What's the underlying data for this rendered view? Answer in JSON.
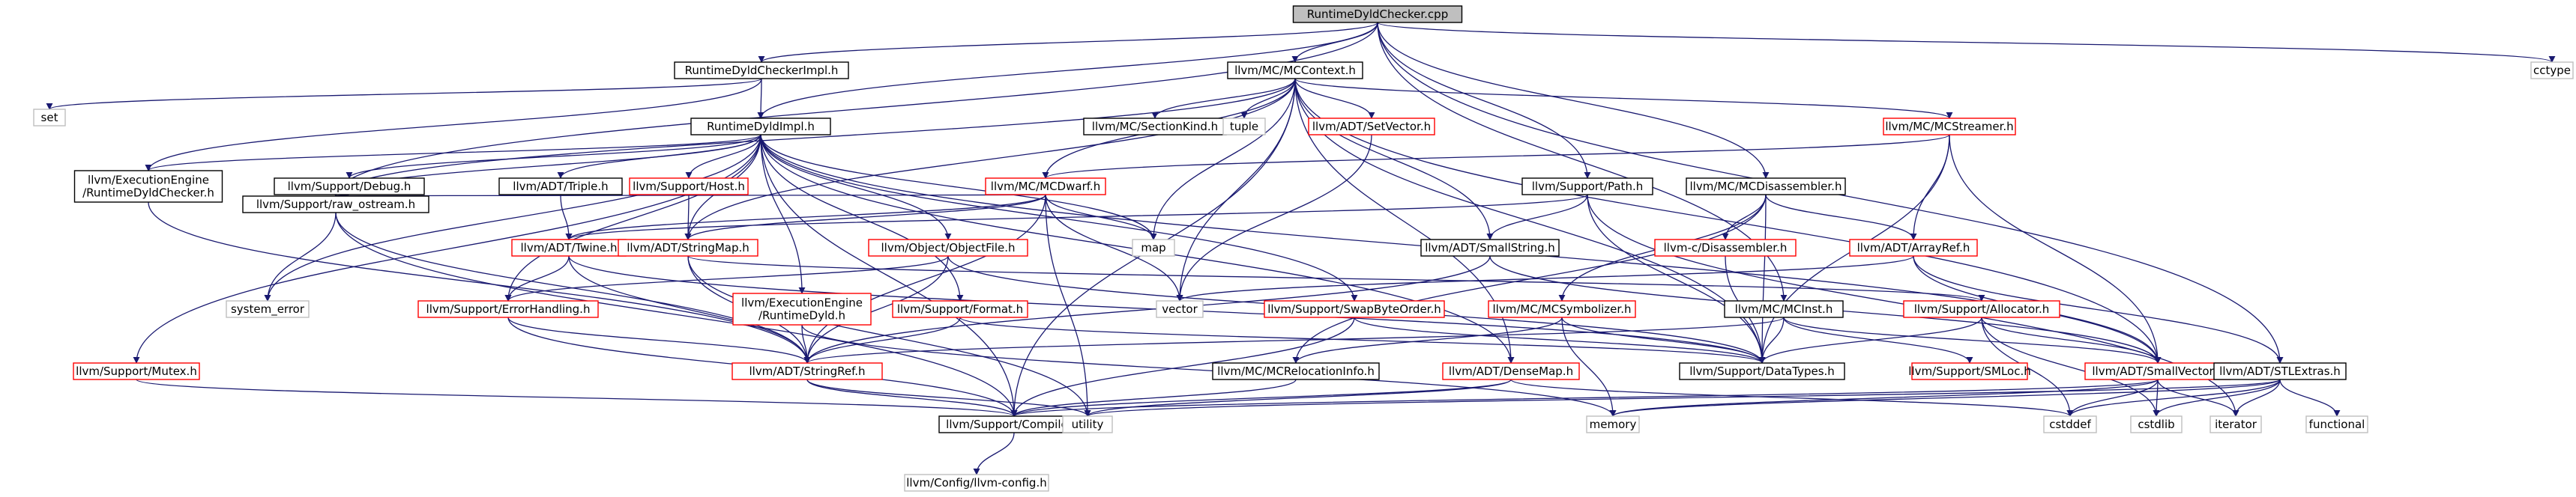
{
  "colors": {
    "edge": "#191970",
    "black": "#000000",
    "red": "#ff0000",
    "gray": "#bfbfbf",
    "root_fill": "#bfbfbf",
    "bg": "#ffffff"
  },
  "nodes": [
    {
      "id": "n0",
      "label": "RuntimeDyldChecker.cpp",
      "kind": "root"
    },
    {
      "id": "n1",
      "label": "RuntimeDyldCheckerImpl.h",
      "kind": "black"
    },
    {
      "id": "n2",
      "label": "llvm/MC/MCContext.h",
      "kind": "black"
    },
    {
      "id": "n3",
      "label": "cctype",
      "kind": "gray"
    },
    {
      "id": "n4",
      "label": "set",
      "kind": "gray"
    },
    {
      "id": "n5",
      "label": "llvm/ExecutionEngine\n/RuntimeDyldChecker.h",
      "kind": "black"
    },
    {
      "id": "n6",
      "label": "RuntimeDyldImpl.h",
      "kind": "black"
    },
    {
      "id": "n7",
      "label": "llvm/MC/SectionKind.h",
      "kind": "black"
    },
    {
      "id": "n8",
      "label": "tuple",
      "kind": "gray"
    },
    {
      "id": "n9",
      "label": "llvm/ADT/SetVector.h",
      "kind": "red"
    },
    {
      "id": "n10",
      "label": "llvm/MC/MCStreamer.h",
      "kind": "red"
    },
    {
      "id": "n11",
      "label": "llvm/Support/Debug.h",
      "kind": "black"
    },
    {
      "id": "n12",
      "label": "llvm/ADT/Triple.h",
      "kind": "black"
    },
    {
      "id": "n13",
      "label": "llvm/Support/Host.h",
      "kind": "red"
    },
    {
      "id": "n14",
      "label": "llvm/MC/MCDwarf.h",
      "kind": "red"
    },
    {
      "id": "n15",
      "label": "llvm/Support/Path.h",
      "kind": "black"
    },
    {
      "id": "n16",
      "label": "llvm/MC/MCDisassembler.h",
      "kind": "black"
    },
    {
      "id": "n17",
      "label": "llvm/Support/raw_ostream.h",
      "kind": "black"
    },
    {
      "id": "n18",
      "label": "llvm/ADT/Twine.h",
      "kind": "red"
    },
    {
      "id": "n19",
      "label": "llvm/ADT/StringMap.h",
      "kind": "red"
    },
    {
      "id": "n20",
      "label": "llvm/Object/ObjectFile.h",
      "kind": "red"
    },
    {
      "id": "n21",
      "label": "map",
      "kind": "gray"
    },
    {
      "id": "n22",
      "label": "llvm/ADT/SmallString.h",
      "kind": "black"
    },
    {
      "id": "n23",
      "label": "llvm-c/Disassembler.h",
      "kind": "red"
    },
    {
      "id": "n24",
      "label": "llvm/ADT/ArrayRef.h",
      "kind": "red"
    },
    {
      "id": "n25",
      "label": "system_error",
      "kind": "gray"
    },
    {
      "id": "n26",
      "label": "llvm/Support/ErrorHandling.h",
      "kind": "red"
    },
    {
      "id": "n27",
      "label": "llvm/ExecutionEngine\n/RuntimeDyld.h",
      "kind": "red"
    },
    {
      "id": "n28",
      "label": "llvm/Support/Format.h",
      "kind": "red"
    },
    {
      "id": "n29",
      "label": "vector",
      "kind": "gray"
    },
    {
      "id": "n30",
      "label": "llvm/Support/SwapByteOrder.h",
      "kind": "red"
    },
    {
      "id": "n31",
      "label": "llvm/MC/MCSymbolizer.h",
      "kind": "red"
    },
    {
      "id": "n32",
      "label": "llvm/MC/MCInst.h",
      "kind": "black"
    },
    {
      "id": "n33",
      "label": "llvm/Support/Allocator.h",
      "kind": "red"
    },
    {
      "id": "n34",
      "label": "llvm/Support/Mutex.h",
      "kind": "red"
    },
    {
      "id": "n35",
      "label": "llvm/ADT/StringRef.h",
      "kind": "red"
    },
    {
      "id": "n36",
      "label": "llvm/MC/MCRelocationInfo.h",
      "kind": "black"
    },
    {
      "id": "n37",
      "label": "llvm/ADT/DenseMap.h",
      "kind": "red"
    },
    {
      "id": "n38",
      "label": "llvm/Support/DataTypes.h",
      "kind": "black"
    },
    {
      "id": "n39",
      "label": "llvm/Support/SMLoc.h",
      "kind": "red"
    },
    {
      "id": "n40",
      "label": "llvm/ADT/SmallVector.h",
      "kind": "red"
    },
    {
      "id": "n41",
      "label": "llvm/ADT/STLExtras.h",
      "kind": "black"
    },
    {
      "id": "n42",
      "label": "llvm/Support/Compiler.h",
      "kind": "black"
    },
    {
      "id": "n43",
      "label": "utility",
      "kind": "gray"
    },
    {
      "id": "n44",
      "label": "memory",
      "kind": "gray"
    },
    {
      "id": "n45",
      "label": "cstddef",
      "kind": "gray"
    },
    {
      "id": "n46",
      "label": "cstdlib",
      "kind": "gray"
    },
    {
      "id": "n47",
      "label": "iterator",
      "kind": "gray"
    },
    {
      "id": "n48",
      "label": "functional",
      "kind": "gray"
    },
    {
      "id": "n49",
      "label": "llvm/Config/llvm-config.h",
      "kind": "gray"
    }
  ],
  "edges": [
    [
      "n0",
      "n1"
    ],
    [
      "n0",
      "n2"
    ],
    [
      "n0",
      "n3"
    ],
    [
      "n0",
      "n6"
    ],
    [
      "n0",
      "n15"
    ],
    [
      "n0",
      "n16"
    ],
    [
      "n0",
      "n32"
    ],
    [
      "n0",
      "n41"
    ],
    [
      "n0",
      "n17"
    ],
    [
      "n1",
      "n4"
    ],
    [
      "n1",
      "n5"
    ],
    [
      "n1",
      "n6"
    ],
    [
      "n2",
      "n7"
    ],
    [
      "n2",
      "n8"
    ],
    [
      "n2",
      "n9"
    ],
    [
      "n2",
      "n10"
    ],
    [
      "n2",
      "n14"
    ],
    [
      "n2",
      "n19"
    ],
    [
      "n2",
      "n22"
    ],
    [
      "n2",
      "n40"
    ],
    [
      "n2",
      "n21"
    ],
    [
      "n2",
      "n29"
    ],
    [
      "n2",
      "n42"
    ],
    [
      "n2",
      "n17"
    ],
    [
      "n2",
      "n37"
    ],
    [
      "n2",
      "n38"
    ],
    [
      "n5",
      "n35"
    ],
    [
      "n6",
      "n5"
    ],
    [
      "n6",
      "n11"
    ],
    [
      "n6",
      "n12"
    ],
    [
      "n6",
      "n13"
    ],
    [
      "n6",
      "n17"
    ],
    [
      "n6",
      "n19"
    ],
    [
      "n6",
      "n20"
    ],
    [
      "n6",
      "n26"
    ],
    [
      "n6",
      "n27"
    ],
    [
      "n6",
      "n28"
    ],
    [
      "n6",
      "n30"
    ],
    [
      "n6",
      "n34"
    ],
    [
      "n6",
      "n25"
    ],
    [
      "n6",
      "n21"
    ],
    [
      "n6",
      "n42"
    ],
    [
      "n6",
      "n40"
    ],
    [
      "n6",
      "n37"
    ],
    [
      "n9",
      "n29"
    ],
    [
      "n10",
      "n14"
    ],
    [
      "n10",
      "n24"
    ],
    [
      "n10",
      "n40"
    ],
    [
      "n10",
      "n38"
    ],
    [
      "n11",
      "n17"
    ],
    [
      "n12",
      "n18"
    ],
    [
      "n13",
      "n19"
    ],
    [
      "n14",
      "n17"
    ],
    [
      "n14",
      "n18"
    ],
    [
      "n14",
      "n19"
    ],
    [
      "n14",
      "n21"
    ],
    [
      "n14",
      "n29"
    ],
    [
      "n14",
      "n43"
    ],
    [
      "n14",
      "n35"
    ],
    [
      "n15",
      "n22"
    ],
    [
      "n15",
      "n18"
    ],
    [
      "n15",
      "n38"
    ],
    [
      "n15",
      "n47"
    ],
    [
      "n16",
      "n23"
    ],
    [
      "n16",
      "n24"
    ],
    [
      "n16",
      "n31"
    ],
    [
      "n16",
      "n36"
    ],
    [
      "n16",
      "n38"
    ],
    [
      "n17",
      "n25"
    ],
    [
      "n17",
      "n42"
    ],
    [
      "n17",
      "n35"
    ],
    [
      "n18",
      "n26"
    ],
    [
      "n18",
      "n35"
    ],
    [
      "n18",
      "n38"
    ],
    [
      "n19",
      "n35"
    ],
    [
      "n19",
      "n33"
    ],
    [
      "n19",
      "n43"
    ],
    [
      "n20",
      "n26"
    ],
    [
      "n20",
      "n35"
    ],
    [
      "n20",
      "n38"
    ],
    [
      "n22",
      "n35"
    ],
    [
      "n22",
      "n40"
    ],
    [
      "n23",
      "n38"
    ],
    [
      "n24",
      "n40"
    ],
    [
      "n24",
      "n29"
    ],
    [
      "n24",
      "n41"
    ],
    [
      "n26",
      "n35"
    ],
    [
      "n26",
      "n42"
    ],
    [
      "n27",
      "n35"
    ],
    [
      "n27",
      "n44"
    ],
    [
      "n28",
      "n35"
    ],
    [
      "n28",
      "n38"
    ],
    [
      "n30",
      "n42"
    ],
    [
      "n30",
      "n38"
    ],
    [
      "n31",
      "n36"
    ],
    [
      "n31",
      "n38"
    ],
    [
      "n31",
      "n44"
    ],
    [
      "n32",
      "n35"
    ],
    [
      "n32",
      "n38"
    ],
    [
      "n32",
      "n39"
    ],
    [
      "n32",
      "n40"
    ],
    [
      "n33",
      "n40"
    ],
    [
      "n33",
      "n38"
    ],
    [
      "n33",
      "n45"
    ],
    [
      "n33",
      "n46"
    ],
    [
      "n34",
      "n42"
    ],
    [
      "n35",
      "n42"
    ],
    [
      "n35",
      "n43"
    ],
    [
      "n36",
      "n42"
    ],
    [
      "n37",
      "n43"
    ],
    [
      "n37",
      "n42"
    ],
    [
      "n37",
      "n45"
    ],
    [
      "n40",
      "n42"
    ],
    [
      "n40",
      "n45"
    ],
    [
      "n40",
      "n46"
    ],
    [
      "n40",
      "n47"
    ],
    [
      "n40",
      "n44"
    ],
    [
      "n41",
      "n43"
    ],
    [
      "n41",
      "n45"
    ],
    [
      "n41",
      "n46"
    ],
    [
      "n41",
      "n47"
    ],
    [
      "n41",
      "n48"
    ],
    [
      "n41",
      "n44"
    ],
    [
      "n42",
      "n49"
    ]
  ]
}
